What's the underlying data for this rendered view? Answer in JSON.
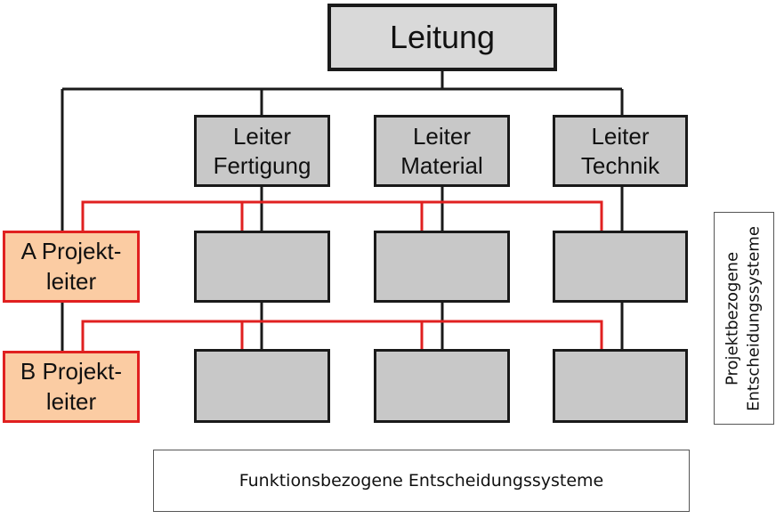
{
  "top": {
    "label": "Leitung"
  },
  "functions": [
    {
      "line1": "Leiter",
      "line2": "Fertigung"
    },
    {
      "line1": "Leiter",
      "line2": "Material"
    },
    {
      "line1": "Leiter",
      "line2": "Technik"
    }
  ],
  "projects": [
    {
      "line1": "A Projekt-",
      "line2": "leiter"
    },
    {
      "line1": "B Projekt-",
      "line2": "leiter"
    }
  ],
  "captions": {
    "bottom": "Funktionsbezogene Entscheidungssysteme",
    "right_line1": "Projektbezogene",
    "right_line2": "Entscheidungssysteme"
  },
  "colors": {
    "project_line": "#e02020",
    "hierarchy_line": "#1a1a1a",
    "project_fill": "#fbcca3",
    "unit_fill": "#c8c8c8"
  }
}
